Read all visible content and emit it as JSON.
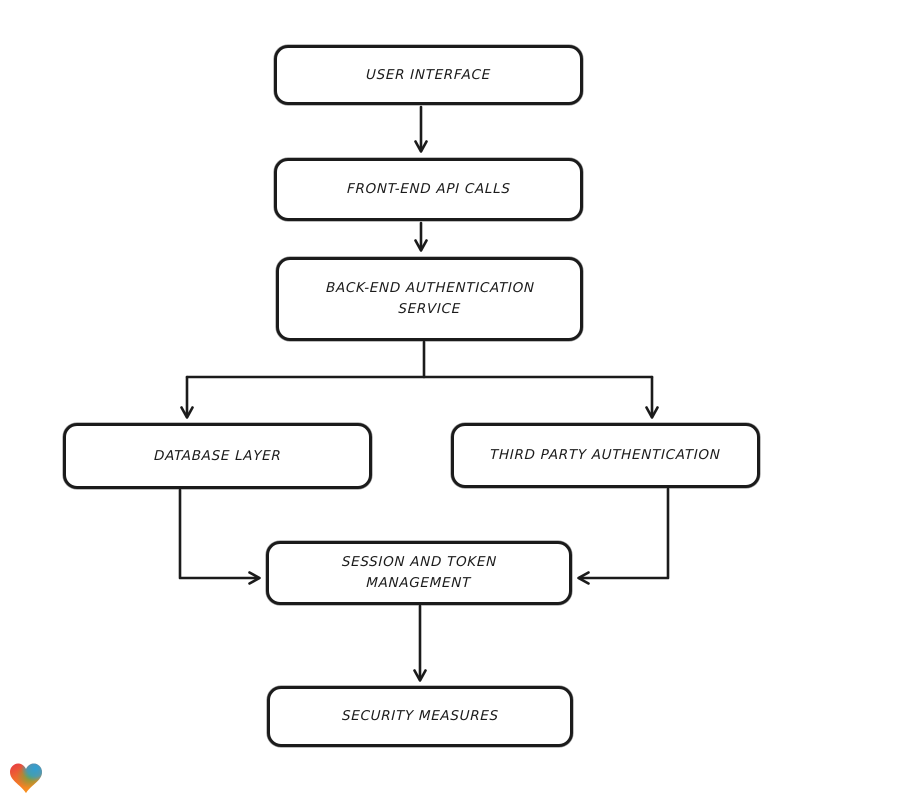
{
  "canvas": {
    "background": "#ffffff",
    "stroke_color": "#1b1b1b",
    "text_color": "#1b1b1b"
  },
  "diagram": {
    "type": "flowchart",
    "direction": "top-down",
    "nodes": [
      {
        "id": "user-interface",
        "label": "USER INTERFACE"
      },
      {
        "id": "front-end-api-calls",
        "label": "FRONT-END API CALLS"
      },
      {
        "id": "back-end-authentication-service",
        "label": "BACK-END AUTHENTICATION SERVICE"
      },
      {
        "id": "database-layer",
        "label": "DATABASE LAYER"
      },
      {
        "id": "third-party-authentication",
        "label": "THIRD PARTY AUTHENTICATION"
      },
      {
        "id": "session-and-token-management",
        "label": "SESSION AND TOKEN MANAGEMENT"
      },
      {
        "id": "security-measures",
        "label": "SECURITY MEASURES"
      }
    ],
    "edges": [
      {
        "from": "user-interface",
        "to": "front-end-api-calls"
      },
      {
        "from": "front-end-api-calls",
        "to": "back-end-authentication-service"
      },
      {
        "from": "back-end-authentication-service",
        "to": "database-layer"
      },
      {
        "from": "back-end-authentication-service",
        "to": "third-party-authentication"
      },
      {
        "from": "database-layer",
        "to": "session-and-token-management"
      },
      {
        "from": "third-party-authentication",
        "to": "session-and-token-management"
      },
      {
        "from": "session-and-token-management",
        "to": "security-measures"
      }
    ]
  },
  "branding": {
    "logo_icon": "gradient-heart-logo",
    "logo_colors": [
      "#e63946",
      "#2e9fd4",
      "#62a744",
      "#f7941d"
    ]
  }
}
